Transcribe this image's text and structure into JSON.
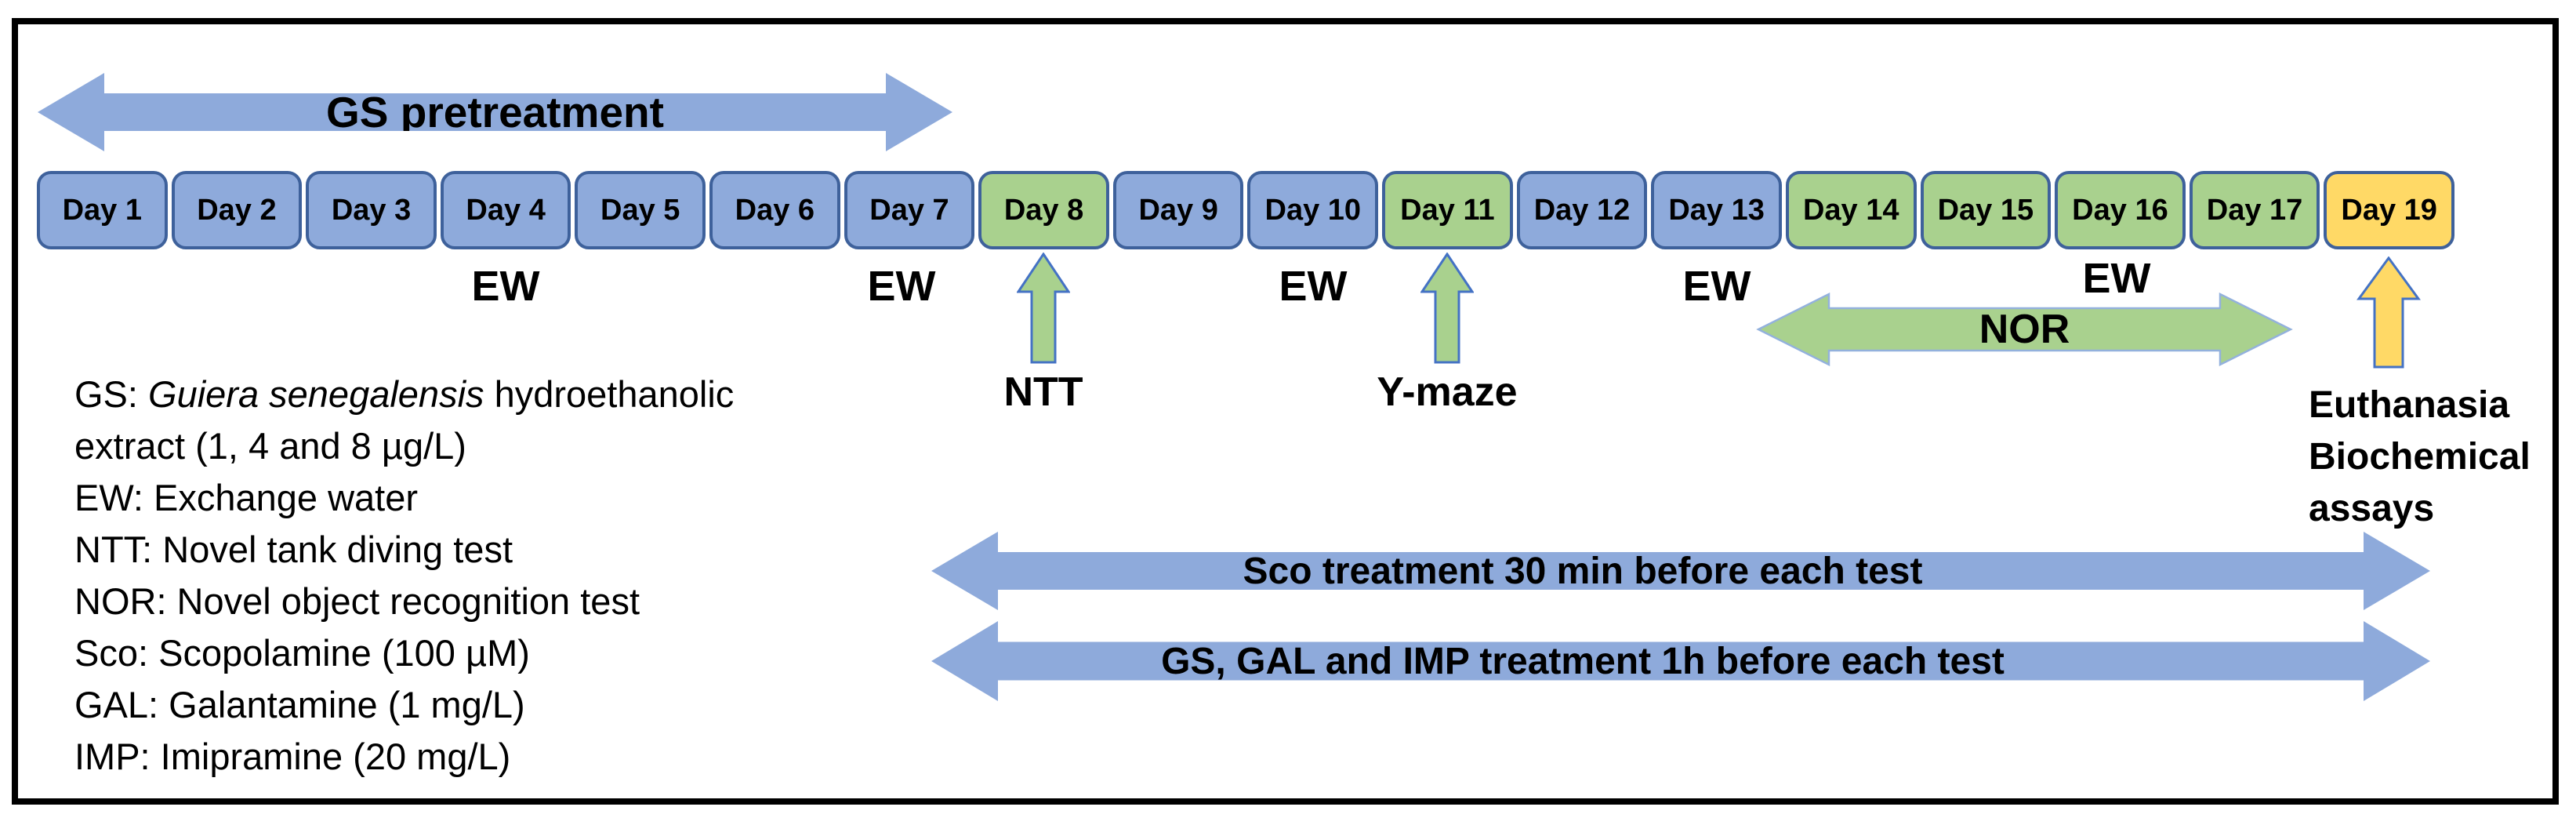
{
  "colors": {
    "arrow_blue": "#8EAADB",
    "test_green": "#A9D18E",
    "endpoint_yellow": "#FFD966",
    "box_border": "#3E619B",
    "arrow_outline": "#4472C4",
    "text": "#000000"
  },
  "top_arrow": {
    "label": "GS pretreatment"
  },
  "timeline": {
    "days": [
      {
        "label": "Day 1",
        "phase": "GS pretreatment",
        "fill": "#8EAADB"
      },
      {
        "label": "Day 2",
        "phase": "GS pretreatment",
        "fill": "#8EAADB"
      },
      {
        "label": "Day 3",
        "phase": "GS pretreatment",
        "fill": "#8EAADB"
      },
      {
        "label": "Day 4",
        "phase": "GS pretreatment",
        "fill": "#8EAADB"
      },
      {
        "label": "Day 5",
        "phase": "GS pretreatment",
        "fill": "#8EAADB"
      },
      {
        "label": "Day 6",
        "phase": "GS pretreatment",
        "fill": "#8EAADB"
      },
      {
        "label": "Day 7",
        "phase": "GS pretreatment",
        "fill": "#8EAADB"
      },
      {
        "label": "Day 8",
        "phase": "test day",
        "fill": "#A9D18E"
      },
      {
        "label": "Day 9",
        "phase": "treatment",
        "fill": "#8EAADB"
      },
      {
        "label": "Day 10",
        "phase": "treatment",
        "fill": "#8EAADB"
      },
      {
        "label": "Day 11",
        "phase": "test day",
        "fill": "#A9D18E"
      },
      {
        "label": "Day 12",
        "phase": "treatment",
        "fill": "#8EAADB"
      },
      {
        "label": "Day 13",
        "phase": "treatment",
        "fill": "#8EAADB"
      },
      {
        "label": "Day 14",
        "phase": "NOR test",
        "fill": "#A9D18E"
      },
      {
        "label": "Day 15",
        "phase": "NOR test",
        "fill": "#A9D18E"
      },
      {
        "label": "Day 16",
        "phase": "NOR test",
        "fill": "#A9D18E"
      },
      {
        "label": "Day 17",
        "phase": "NOR test",
        "fill": "#A9D18E"
      },
      {
        "label": "Day 19",
        "phase": "endpoint",
        "fill": "#FFD966"
      }
    ],
    "ew_markers": [
      {
        "label": "EW",
        "below_day": "Day 4"
      },
      {
        "label": "EW",
        "below_day": "Day 7"
      },
      {
        "label": "EW",
        "below_day": "Day 10"
      },
      {
        "label": "EW",
        "below_day": "Day 13"
      },
      {
        "label": "EW",
        "below_day": "Day 16"
      }
    ]
  },
  "markers": {
    "ntt_label": "NTT",
    "ymaze_label": "Y-maze",
    "nor_label": "NOR",
    "euthanasia_lines": [
      "Euthanasia",
      "Biochemical",
      "assays"
    ]
  },
  "bottom_arrows": [
    {
      "label": "Sco treatment 30 min before each test"
    },
    {
      "label": "GS, GAL and IMP treatment 1h before each test"
    }
  ],
  "legend": {
    "line1": {
      "prefix": "GS: ",
      "species": "Guiera senegalensis",
      "suffix": " hydroethanolic"
    },
    "line2": "extract (1, 4 and 8 µg/L)",
    "line3": "EW: Exchange water",
    "line4": "NTT: Novel tank diving test",
    "line5": "NOR: Novel object recognition test",
    "line6": "Sco: Scopolamine (100 µM)",
    "line7": "GAL: Galantamine (1 mg/L)",
    "line8": "IMP: Imipramine (20 mg/L)"
  }
}
